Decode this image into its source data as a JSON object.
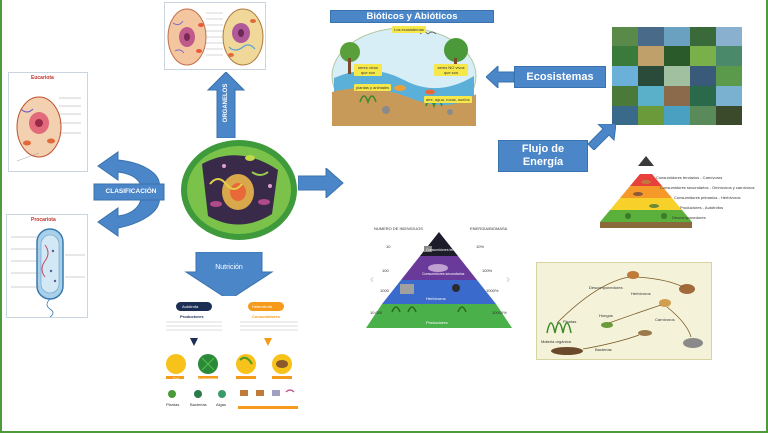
{
  "labels": {
    "bioticos": "Bióticos y Abióticos",
    "ecosistemas": "Ecosistemas",
    "flujo": "Flujo de Energía",
    "organelos": "ORGANELOS",
    "clasificacion": "CLASIFICACIÓN",
    "nutricion": "Nutrición"
  },
  "eukaryote": {
    "title": "Eucariota"
  },
  "prokaryote": {
    "title": "Procariota"
  },
  "bio_tags": {
    "ecosistemas": "Los ecosistemas",
    "seres_vivos": "seres vivos que son",
    "seres_no_vivos": "seres NO vivos que son",
    "plantas": "plantas y animales",
    "aire": "aire, agua, rocas, suelos"
  },
  "trophic_labels": {
    "terciarios": "Consumidores terciarios - Carnívoros",
    "secundarios": "Consumidores secundarios - Omnívoros y carnívoros",
    "primarios": "Consumidores primarios - Herbívoros",
    "productores": "Productores - Autótrofos",
    "descomponedores": "Descomponedores"
  },
  "pyramid": {
    "left_header": "NUMERO DE INDIVIDUOS",
    "right_header": "ENERGIA/BIOMASA",
    "left_values": [
      "10",
      "100",
      "1000",
      "10.000"
    ],
    "right_values": [
      "10%",
      "100%",
      "1000%",
      "10000%"
    ],
    "levels": [
      "Consumidores terciarios",
      "Consumidores secundarios",
      "Herbívoros",
      "Productores"
    ]
  },
  "nutrition": {
    "autotrofa": "Autótrofa",
    "heterotrofa": "Heterótrofa",
    "productores": "Productores",
    "consumidores": "Consumidores",
    "sol": "Sol",
    "fotosintesis": "Fotosíntesis",
    "plantas": "Plantas",
    "bacterias": "Bacterias",
    "algas": "Algas"
  },
  "foodweb": {
    "descomponedores": "Descomponedores",
    "hongos": "Hongos",
    "bacterias": "Bacterias",
    "plantas": "Plantas",
    "herbivoros": "Herbívoros",
    "carnivoros": "Carnívoros",
    "materia": "Materia orgánica"
  },
  "colors": {
    "frame": "#4f9a3a",
    "label_blue": "#4a86c8",
    "arrow_blue": "#4a86c8"
  }
}
